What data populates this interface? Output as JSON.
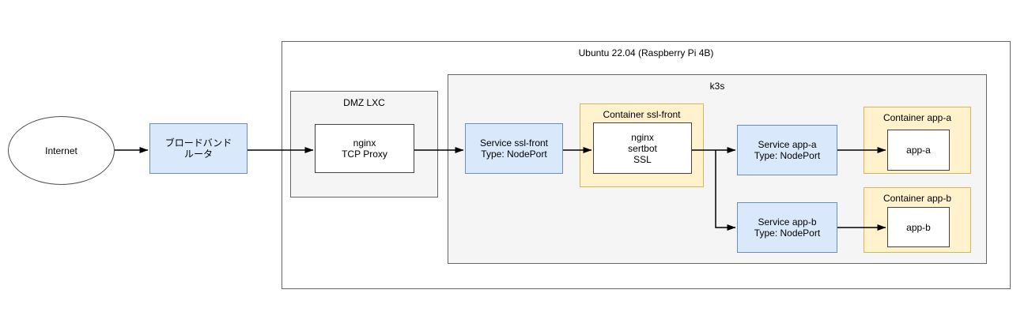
{
  "diagram": {
    "internet": {
      "label": "Internet"
    },
    "router": {
      "line1": "ブロードバンド",
      "line2": "ルータ"
    },
    "host": {
      "title": "Ubuntu 22.04 (Raspberry Pi 4B)"
    },
    "dmz": {
      "title": "DMZ LXC",
      "nginx_proxy": {
        "line1": "nginx",
        "line2": "TCP Proxy"
      }
    },
    "k3s": {
      "title": "k3s",
      "service_ssl_front": {
        "line1": "Service ssl-front",
        "line2": "Type: NodePort"
      },
      "container_ssl_front": {
        "title": "Container ssl-front",
        "pod": {
          "line1": "nginx",
          "line2": "sertbot",
          "line3": "SSL"
        }
      },
      "service_app_a": {
        "line1": "Service app-a",
        "line2": "Type: NodePort"
      },
      "container_app_a": {
        "title": "Container app-a",
        "pod": "app-a"
      },
      "service_app_b": {
        "line1": "Service app-b",
        "line2": "Type: NodePort"
      },
      "container_app_b": {
        "title": "Container app-b",
        "pod": "app-b"
      }
    },
    "colors": {
      "service_fill": "#dae8fc",
      "service_border": "#6c8ebf",
      "container_fill": "#fff2cc",
      "container_border": "#d6b656",
      "group_fill": "#f5f5f5",
      "group_border": "#666666",
      "node_fill": "#ffffff",
      "node_border": "#404040",
      "connector": "#000000"
    }
  }
}
